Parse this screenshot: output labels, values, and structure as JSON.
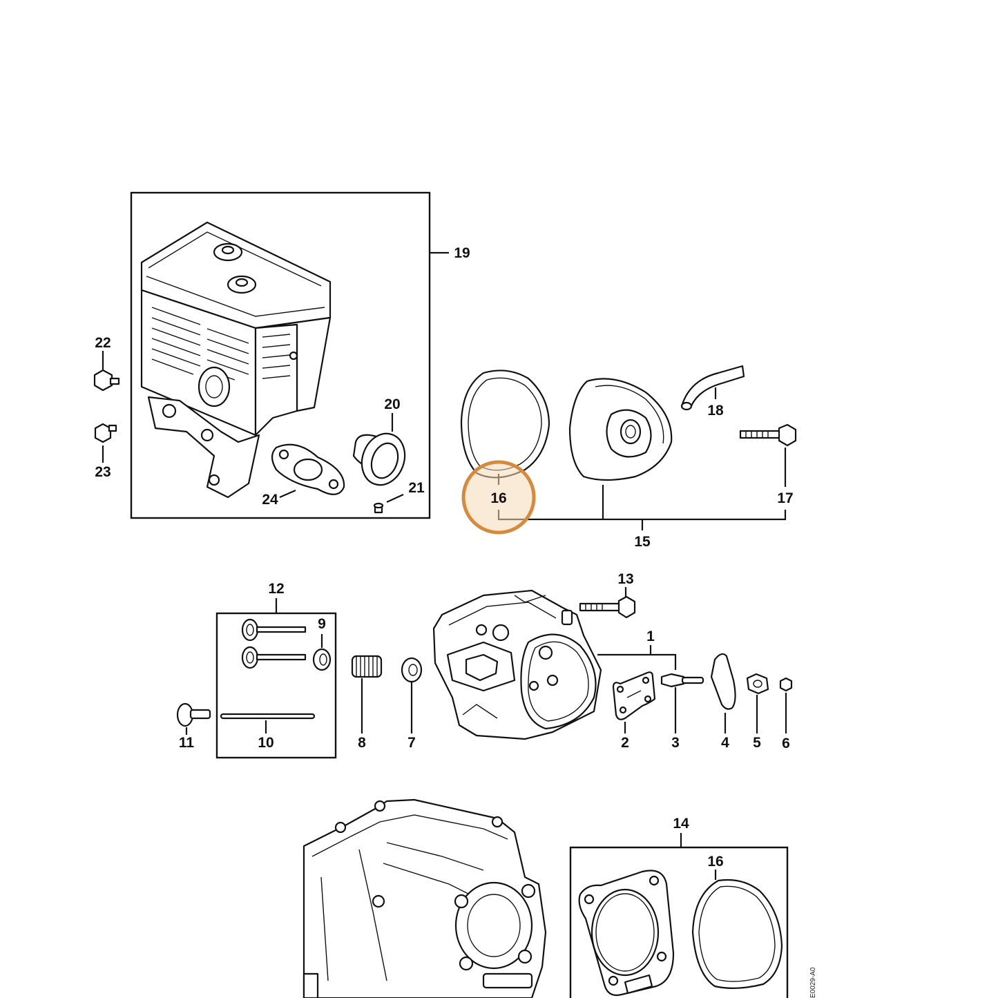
{
  "diagram": {
    "drawing_code": "E0029-A0",
    "highlight_color": "#d68a3c",
    "highlighted_callout": "16",
    "callouts": {
      "c1": "1",
      "c2": "2",
      "c3": "3",
      "c4": "4",
      "c5": "5",
      "c6": "6",
      "c7": "7",
      "c8": "8",
      "c9": "9",
      "c10": "10",
      "c11": "11",
      "c12": "12",
      "c13": "13",
      "c14": "14",
      "c15": "15",
      "c16a": "16",
      "c16b": "16",
      "c17": "17",
      "c18": "18",
      "c19": "19",
      "c20": "20",
      "c21": "21",
      "c22": "22",
      "c23": "23",
      "c24": "24"
    }
  }
}
